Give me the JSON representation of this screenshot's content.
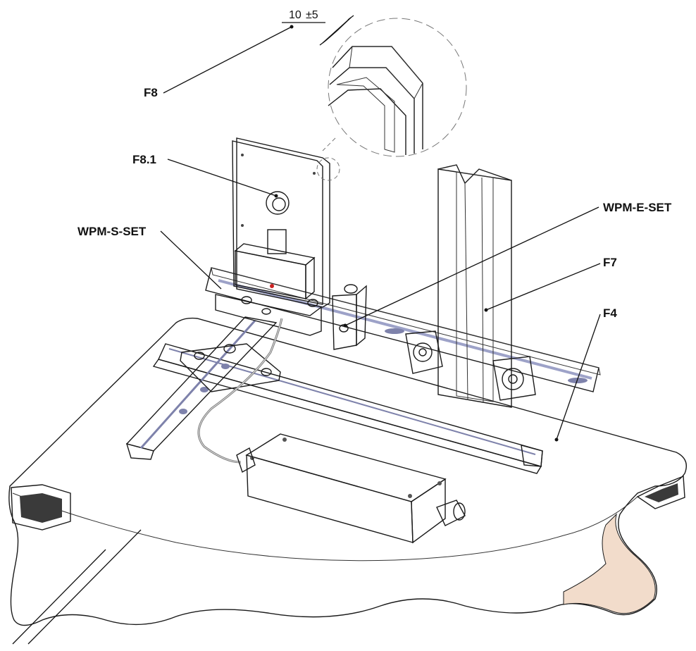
{
  "labels": {
    "f8": "F8",
    "f8_1": "F8.1",
    "wpm_s_set": "WPM-S-SET",
    "wpm_e_set": "WPM-E-SET",
    "f7": "F7",
    "f4": "F4"
  },
  "dimension": {
    "value": "10",
    "tolerance": "±5"
  },
  "colors": {
    "rail": "#c9cce8",
    "rail_dark": "#9da2c8",
    "column": "#cdd9ec",
    "column_dark": "#a9b9d4",
    "panel": "#f4f4f4",
    "box": "#e3e3e3",
    "floor_hatch": "#f2dccb",
    "outline": "#1a1a1a"
  }
}
